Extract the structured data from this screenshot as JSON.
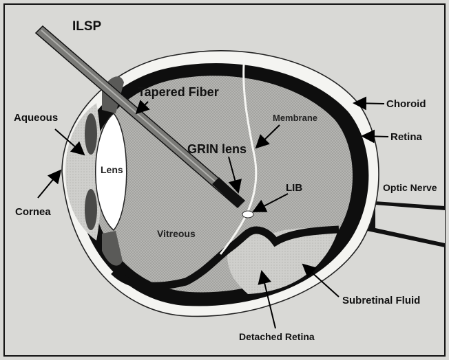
{
  "diagram": {
    "labels": {
      "ilsp": "ILSP",
      "tapered_fiber": "Tapered Fiber",
      "aqueous": "Aqueous",
      "lens": "Lens",
      "cornea": "Cornea",
      "membrane": "Membrane",
      "grin_lens": "GRIN lens",
      "lib": "LIB",
      "vitreous": "Vitreous",
      "choroid": "Choroid",
      "retina": "Retina",
      "optic_nerve": "Optic Nerve",
      "subretinal_fluid": "Subretinal Fluid",
      "detached_retina": "Detached Retina"
    },
    "colors": {
      "background": "#d9d9d6",
      "vitreous_fill": "#b3b3b0",
      "aqueous_fill": "#c9c9c6",
      "fluid_fill": "#bdbdba",
      "choroid": "#0d0d0d",
      "outline": "#1a1a1a",
      "lens_fill": "#ffffff"
    }
  }
}
